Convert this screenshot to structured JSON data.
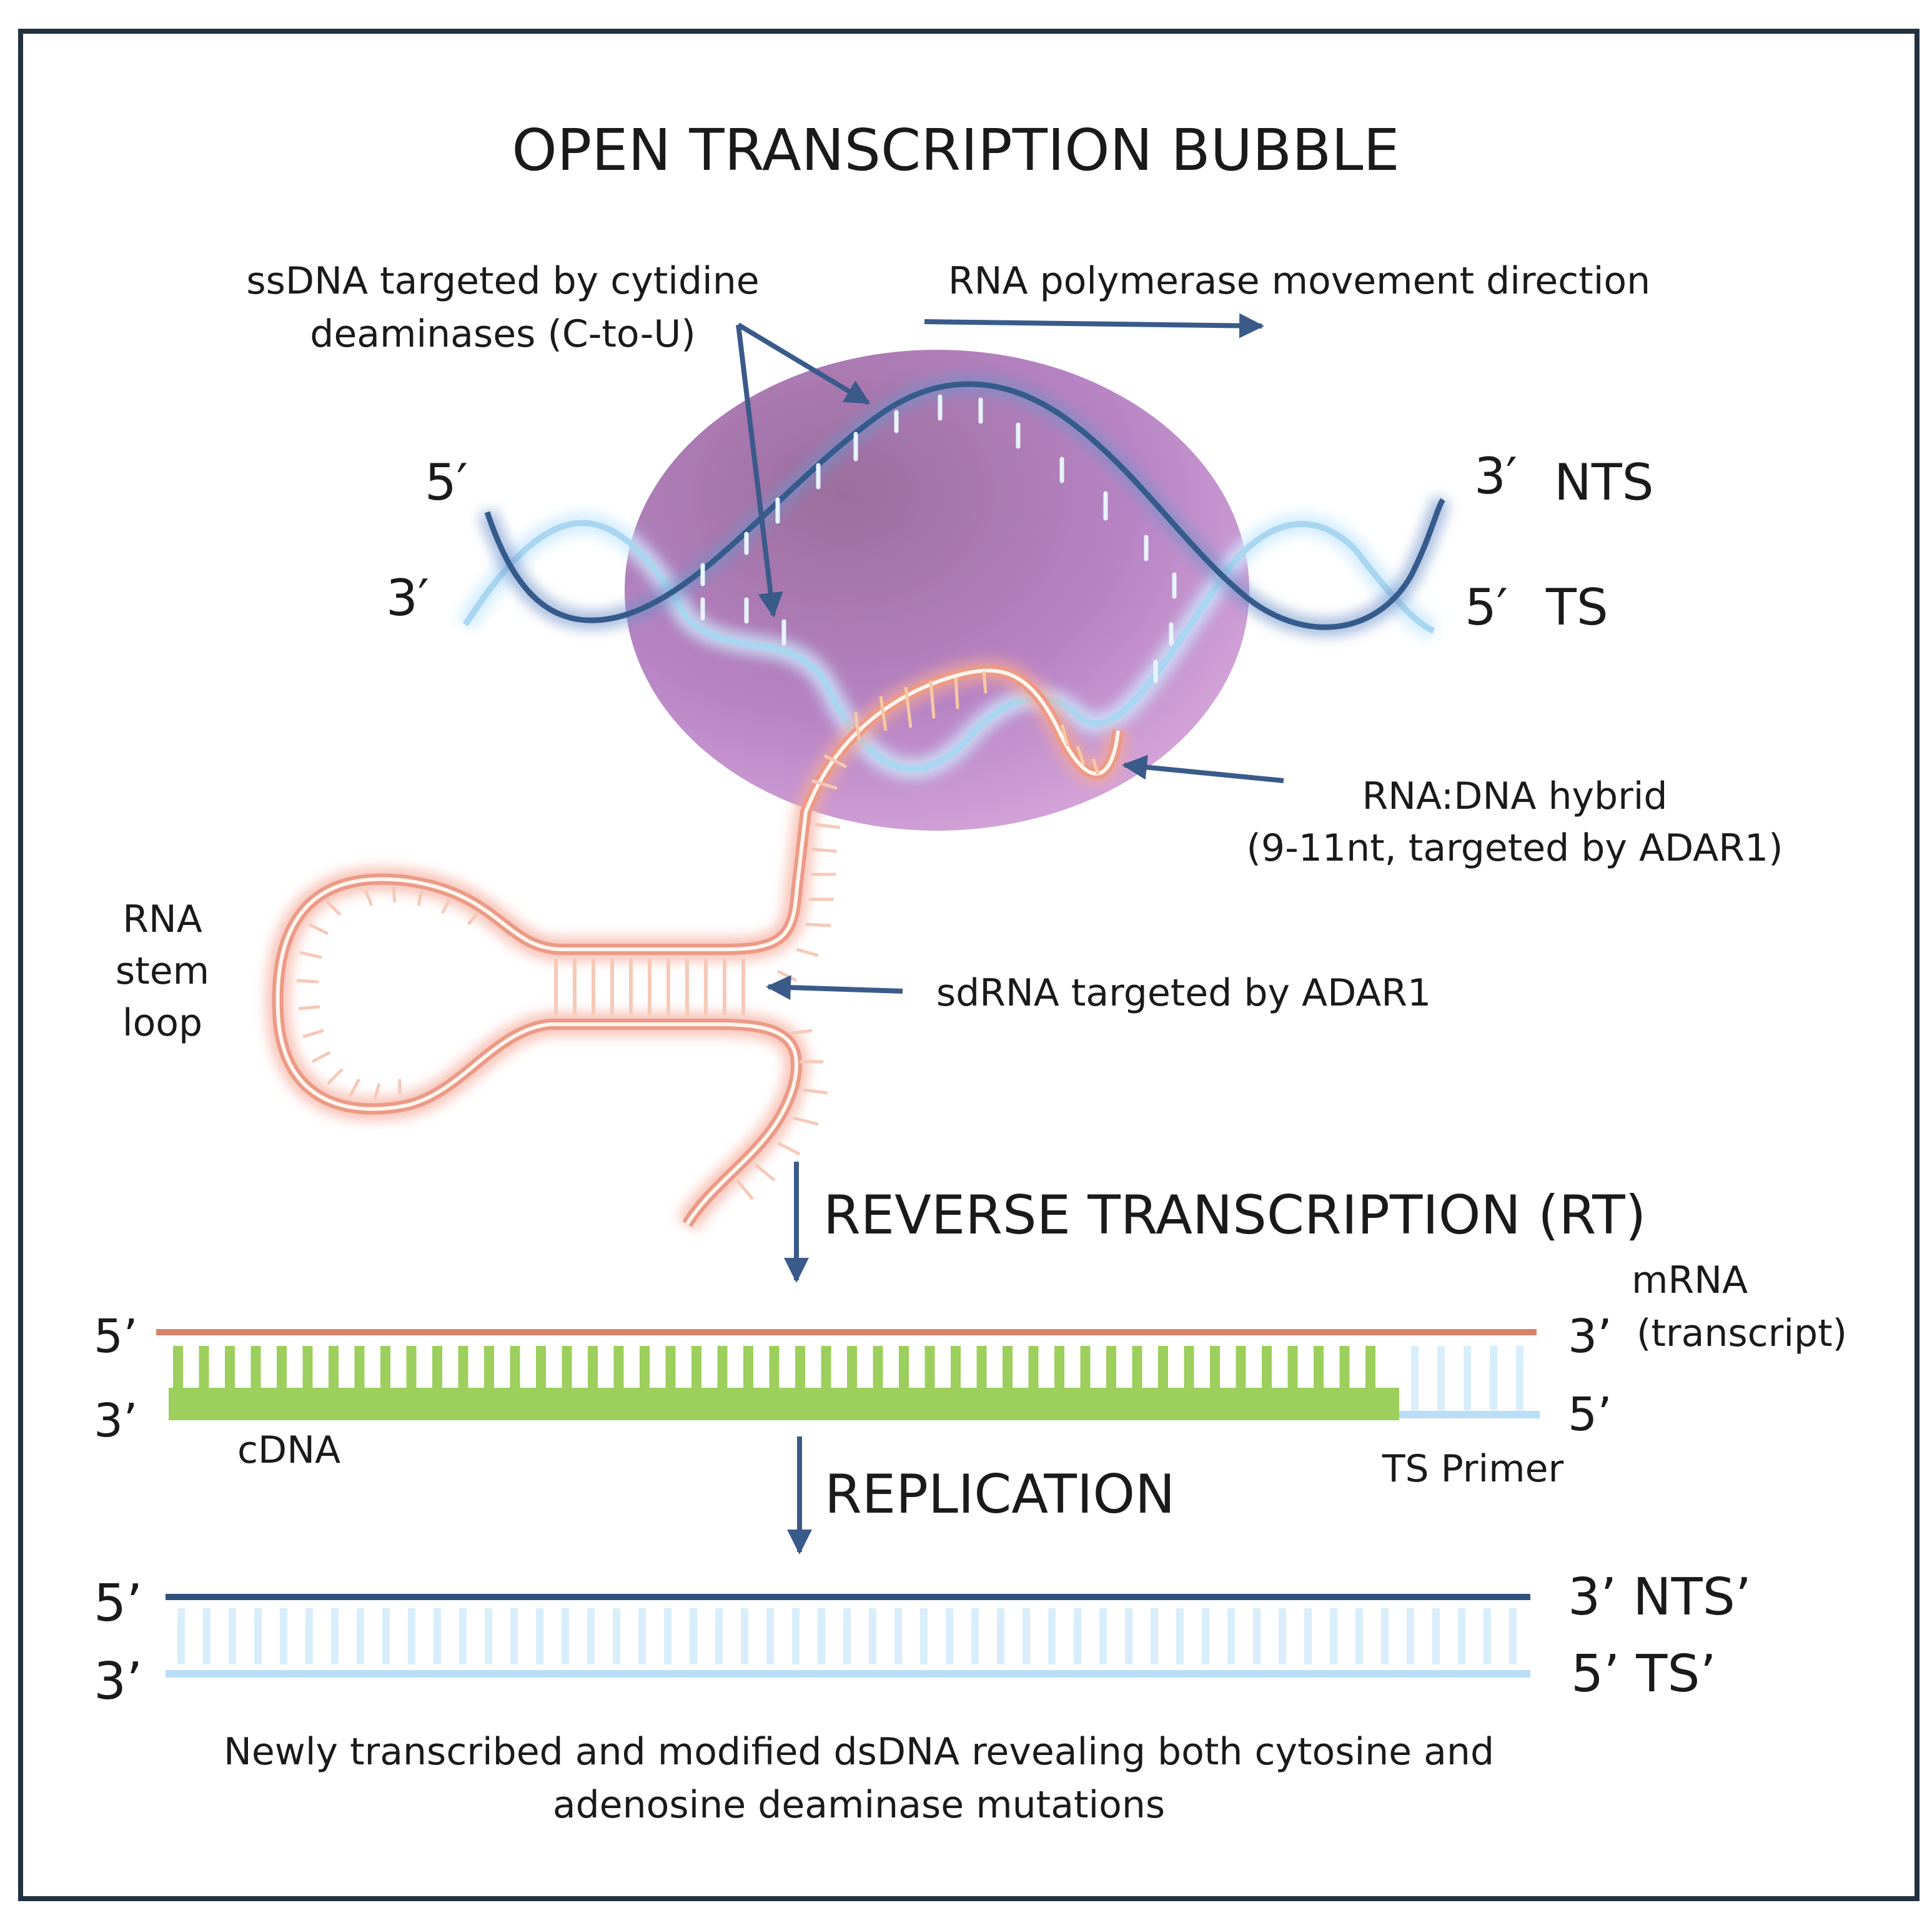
{
  "title": "OPEN TRANSCRIPTION BUBBLE",
  "bubble": {
    "ssdna_label_line1": "ssDNA targeted by cytidine",
    "ssdna_label_line2": "deaminases (C-to-U)",
    "polymerase_label": "RNA polymerase movement direction",
    "nts_five_prime": "5′",
    "ts_three_prime": "3′",
    "nts_three_prime": "3′",
    "nts_label": "NTS",
    "ts_five_prime": "5′",
    "ts_label": "TS",
    "hybrid_label_line1": "RNA:DNA hybrid",
    "hybrid_label_line2": "(9-11nt, targeted by ADAR1)",
    "stem_loop_line1": "RNA",
    "stem_loop_line2": "stem",
    "stem_loop_line3": "loop",
    "sdrna_label": "sdRNA targeted by ADAR1"
  },
  "reverse_transcription": {
    "heading": "REVERSE TRANSCRIPTION (RT)",
    "mrna_five_prime": "5’",
    "cdna_three_prime": "3’",
    "mrna_three_prime": "3’",
    "primer_five_prime": "5’",
    "mrna_label_line1": "mRNA",
    "mrna_label_line2": "(transcript)",
    "cdna_label": "cDNA",
    "primer_label": "TS Primer"
  },
  "replication": {
    "heading": "REPLICATION",
    "top_five_prime": "5’",
    "bottom_three_prime": "3’",
    "top_three_prime": "3’ NTS’",
    "bottom_five_prime": "5’ TS’",
    "caption_line1": "Newly transcribed and modified dsDNA revealing both cytosine and",
    "caption_line2": "adenosine deaminase mutations"
  },
  "colors": {
    "frame": "#22313f",
    "arrow": "#3a5a8a",
    "nts_strand": "#355b8c",
    "ts_strand": "#a9d6f0",
    "bubble": "#b87cc0",
    "rna": "#f0a08c",
    "cdna": "#9ccf5c",
    "mrna_line": "#d9826a"
  }
}
